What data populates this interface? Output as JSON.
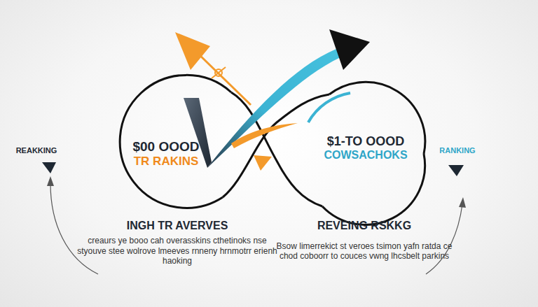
{
  "diagram": {
    "nodes": [
      {
        "text": [
          "$00 OOOD",
          "TR RAKINS"
        ]
      },
      {
        "text": [
          "$1-TO OOOD",
          "COWSACHOKS"
        ]
      }
    ],
    "labels": [
      "REAKKING",
      "RANKING",
      "INGH TR AVERVES",
      "creaurs ye booo cah overasskins cthetinoks nse styouve stee wolrove lmeeves rnneny hrnmotrr erienh haoking",
      "REVEING RSKKG",
      "Bsow limerrekict st veroes tsimon yafn ratda ce chod coboorr to couces vwng lhcsbelt parkins"
    ]
  }
}
